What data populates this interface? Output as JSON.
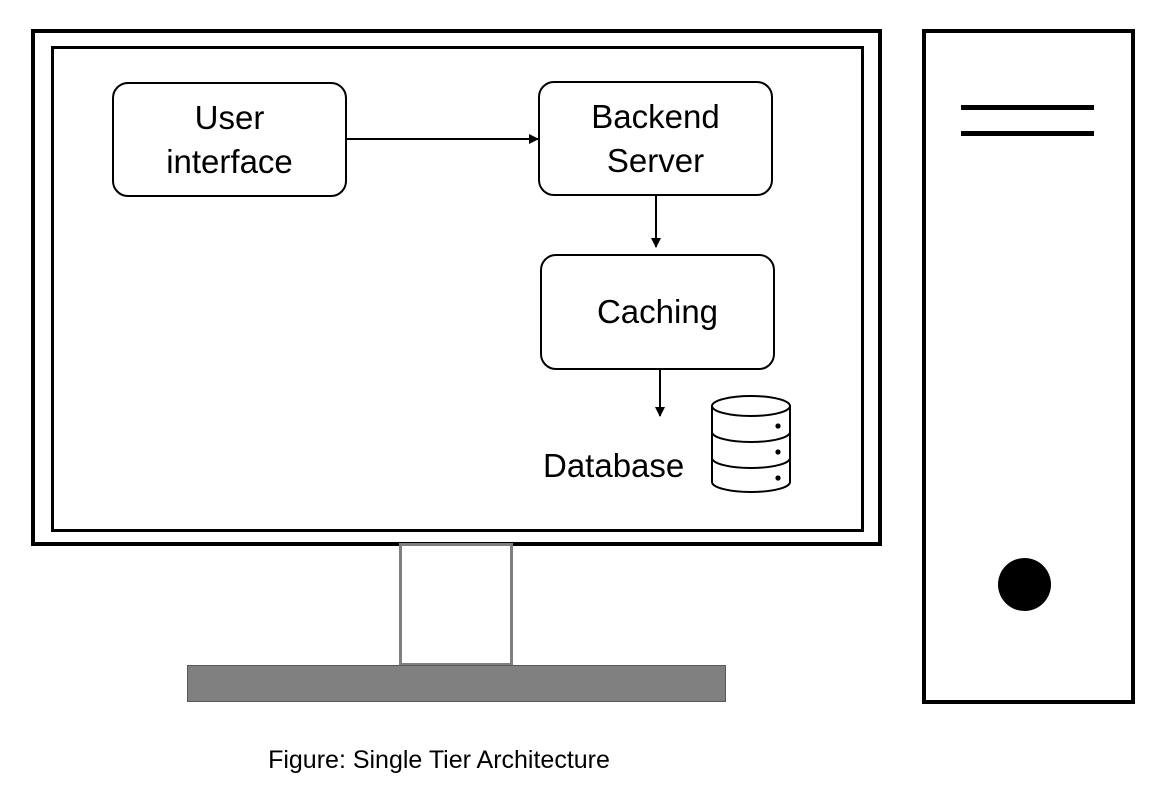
{
  "diagram": {
    "nodes": {
      "user_interface": "User\ninterface",
      "backend_server": "Backend\nServer",
      "caching": "Caching",
      "database": "Database"
    },
    "edges": [
      {
        "from": "user_interface",
        "to": "backend_server"
      },
      {
        "from": "backend_server",
        "to": "caching"
      },
      {
        "from": "caching",
        "to": "database"
      }
    ]
  },
  "caption": "Figure: Single Tier Architecture",
  "colors": {
    "stroke": "#000000",
    "neck_border": "#7f7f7f",
    "base_fill": "#808080",
    "background": "#ffffff"
  },
  "icons": [
    "monitor-icon",
    "database-icon",
    "computer-tower-icon",
    "power-button-icon"
  ]
}
